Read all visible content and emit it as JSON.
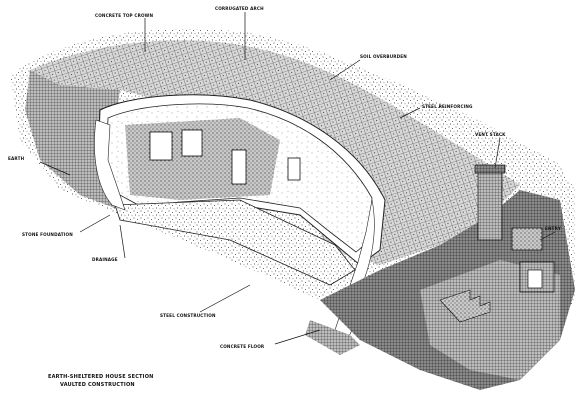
{
  "labels": {
    "upper_left": "CONCRETE TOP CROWN",
    "top_center": "CORRUGATED ARCH",
    "upper_right_1": "SOIL OVERBURDEN",
    "upper_right_2": "STEEL REINFORCING",
    "right_vent": "VENT STACK",
    "far_right": "ENTRY",
    "left_1": "EARTH",
    "left_2": "STONE FOUNDATION",
    "left_3": "DRAINAGE",
    "center_bottom": "STEEL CONSTRUCTION",
    "bottom": "CONCRETE FLOOR"
  },
  "caption": {
    "line1": "EARTH-SHELTERED HOUSE SECTION",
    "line2": "VAULTED CONSTRUCTION"
  }
}
